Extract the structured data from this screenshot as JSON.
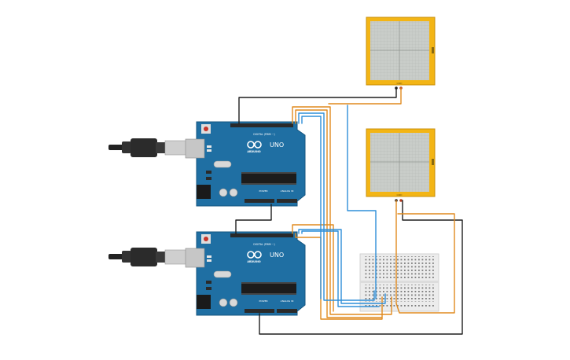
{
  "circuit": {
    "arduino_top": {
      "brand": "ARDUINO",
      "model": "UNO",
      "digital_label": "DIGITAL (PWM ~)",
      "power_label": "POWER",
      "analog_label": "ANALOG IN"
    },
    "arduino_bottom": {
      "brand": "ARDUINO",
      "model": "UNO",
      "digital_label": "DIGITAL (PWM ~)",
      "power_label": "POWER",
      "analog_label": "ANALOG IN"
    },
    "colors": {
      "board": "#1f6fa3",
      "header": "#2a2a2a",
      "module_frame": "#f3b515",
      "module_screen": "#c9cdc9",
      "breadboard": "#ececec",
      "wire_black": "#1e1e1e",
      "wire_orange": "#e08a1e",
      "wire_blue": "#2f8fd8"
    }
  }
}
